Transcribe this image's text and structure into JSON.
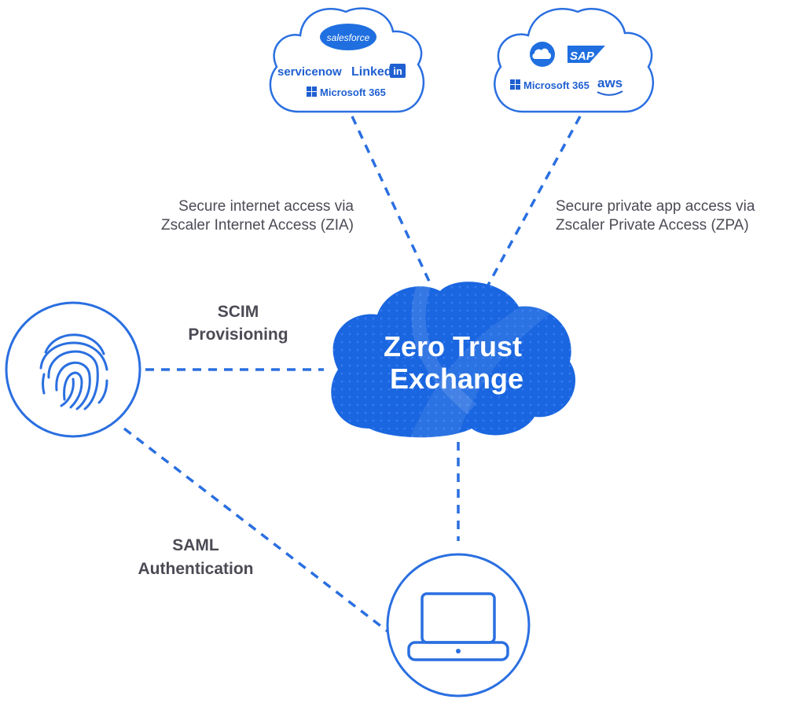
{
  "colors": {
    "accent": "#2a6fe0",
    "hub": "#1a66e0",
    "text": "#4b4b55",
    "white": "#ffffff"
  },
  "hub": {
    "line1": "Zero Trust",
    "line2": "Exchange"
  },
  "internet_cloud": {
    "apps": [
      "salesforce",
      "servicenow",
      "Linked",
      "in",
      "Microsoft 365"
    ]
  },
  "private_cloud": {
    "apps": [
      "SAP",
      "Microsoft 365",
      "aws"
    ],
    "icons": [
      "cloud-icon",
      "windows-logo-icon",
      "aws-smile-icon"
    ]
  },
  "labels": {
    "zia_line1": "Secure internet access via",
    "zia_line2": "Zscaler Internet Access (ZIA)",
    "zpa_line1": "Secure private app access via",
    "zpa_line2": "Zscaler Private Access (ZPA)",
    "scim_line1": "SCIM",
    "scim_line2": "Provisioning",
    "saml_line1": "SAML",
    "saml_line2": "Authentication"
  },
  "nodes": {
    "identity_icon": "fingerprint-icon",
    "device_icon": "laptop-icon"
  }
}
